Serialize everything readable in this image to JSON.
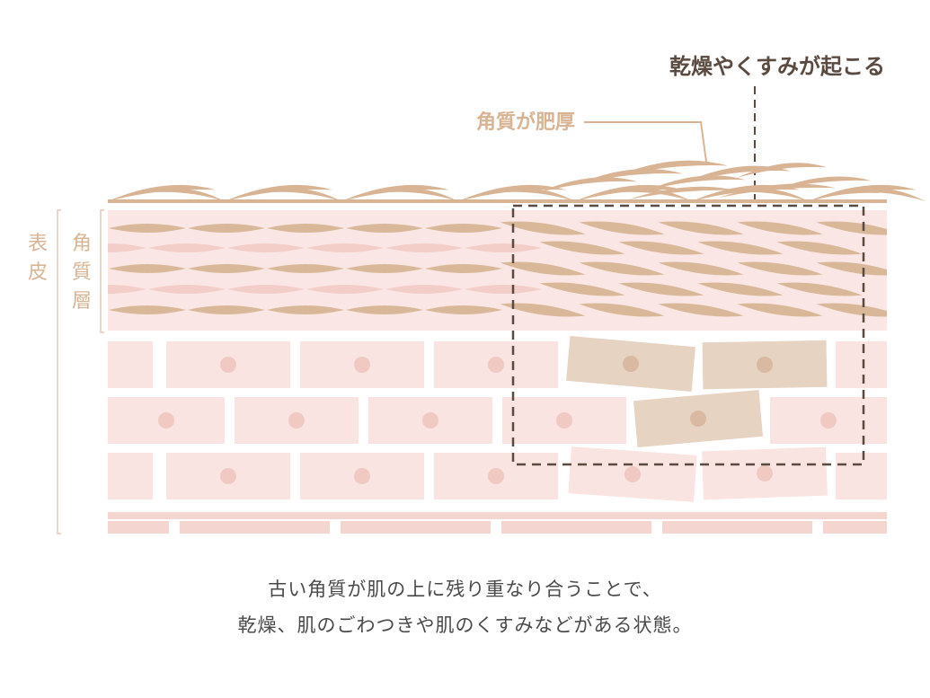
{
  "labels": {
    "dry_dullness": "乾燥やくすみが起こる",
    "thickened_corneum": "角質が肥厚",
    "epidermis": [
      "表",
      "皮"
    ],
    "stratum_corneum": [
      "角",
      "質",
      "層"
    ]
  },
  "caption": {
    "line1": "古い角質が肌の上に残り重なり合うことで、",
    "line2": "乾燥、肌のごわつきや肌のくすみなどがある状態。"
  },
  "colors": {
    "scale": "#d8b494",
    "layer_bg": "#fae6e4",
    "lens_pink": "#f3cdc7",
    "lens_tan": "#d8b898",
    "cell": "#f9e4e1",
    "nucleus": "#f0c9c3",
    "cell_tan": "#e6d3c1",
    "nucleus_tan": "#d9b9a1",
    "base_strip": "#f5d5d0",
    "dark_text": "#5a4a40",
    "bracket": "#e6c8b8"
  },
  "icons": [
    "skin-cross-section-diagram"
  ]
}
